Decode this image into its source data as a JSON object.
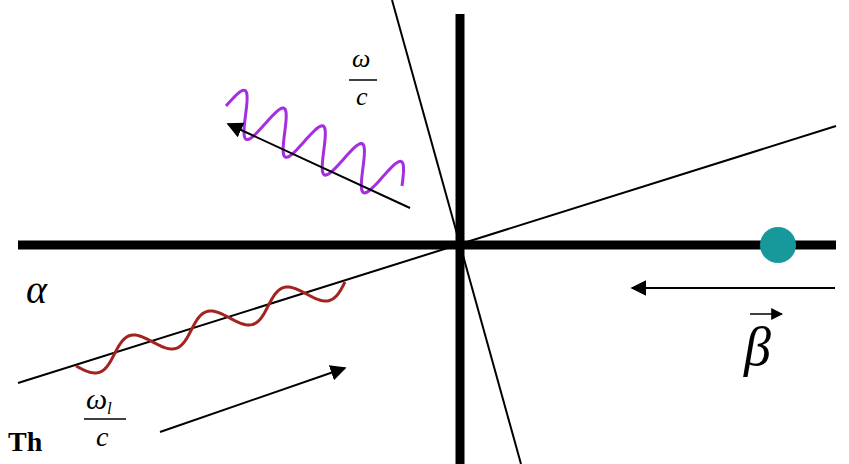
{
  "diagram": {
    "labels": [
      "ω",
      "c",
      "α",
      "ω",
      "l",
      "c",
      "β",
      "Th"
    ]
  }
}
